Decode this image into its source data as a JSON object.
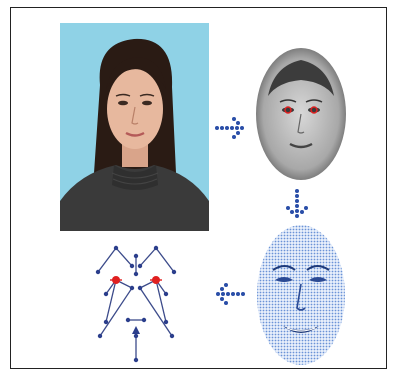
{
  "figure": {
    "steps": [
      {
        "id": "input-photo",
        "icon": "color-portrait-photo"
      },
      {
        "id": "grayscale-face",
        "icon": "grayscale-face-with-eye-markers"
      },
      {
        "id": "face-mesh",
        "icon": "blue-dot-mesh-face"
      },
      {
        "id": "landmark-graph",
        "icon": "feature-landmark-graph"
      }
    ],
    "arrows": [
      {
        "icon": "dotted-arrow-right-icon"
      },
      {
        "icon": "dotted-arrow-down-icon"
      },
      {
        "icon": "dotted-arrow-left-icon"
      }
    ],
    "colors": {
      "photo_background": "#8fd2e6",
      "arrow_blue": "#2a4ea8",
      "marker_red": "#e02020",
      "mesh_blue": "#6a93d6",
      "graph_node": "#2b3e8c"
    }
  }
}
